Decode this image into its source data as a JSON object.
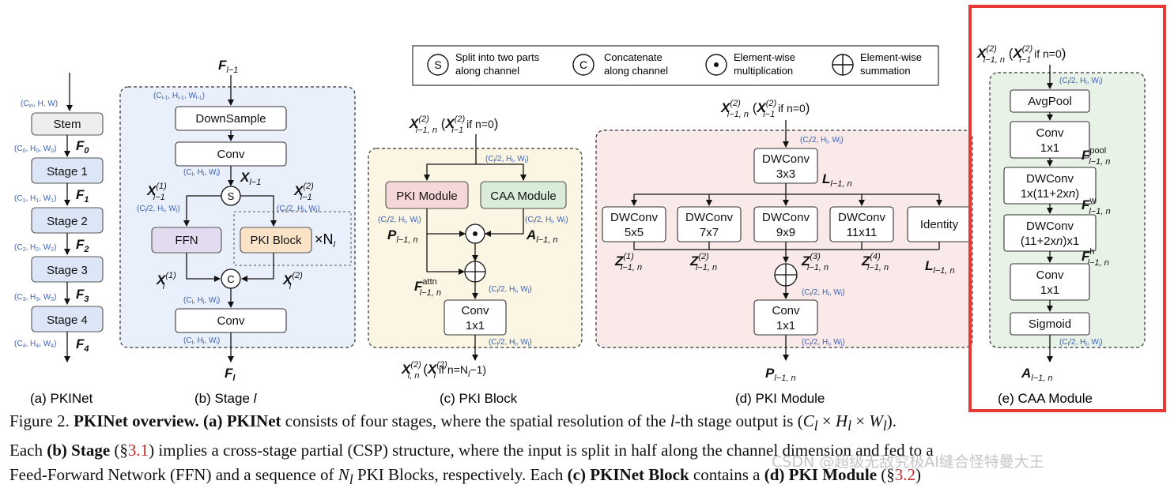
{
  "legend": {
    "split": {
      "symbol": "S",
      "line1": "Split into two parts",
      "line2": "along channel"
    },
    "concat": {
      "symbol": "C",
      "line1": "Concatenate",
      "line2": "along channel"
    },
    "mult": {
      "line1": "Element-wise",
      "line2": "multiplication"
    },
    "sum": {
      "line1": "Element-wise",
      "line2": "summation"
    }
  },
  "panel_a": {
    "label": "(a) PKINet",
    "blocks": [
      "Stem",
      "Stage 1",
      "Stage 2",
      "Stage 3",
      "Stage 4"
    ],
    "dims": [
      "(C",
      "in",
      ", H, W)"
    ],
    "stage_dims": [
      [
        "(C",
        "0",
        ", H",
        "0",
        ", W",
        "0",
        ")"
      ],
      [
        "(C",
        "1",
        ", H",
        "1",
        ", W",
        "1",
        ")"
      ],
      [
        "(C",
        "2",
        ", H",
        "2",
        ", W",
        "2",
        ")"
      ],
      [
        "(C",
        "3",
        ", H",
        "3",
        ", W",
        "3",
        ")"
      ],
      [
        "(C",
        "4",
        ", H",
        "4",
        ", W",
        "4",
        ")"
      ]
    ],
    "features": [
      "F",
      "0",
      "1",
      "2",
      "3",
      "4"
    ]
  },
  "panel_b": {
    "label": "(b) Stage ",
    "label_var": "l",
    "input": "F",
    "input_sub": "l−1",
    "downsample": "DownSample",
    "conv_top": "Conv",
    "ffn": "FFN",
    "pki_block": "PKI Block",
    "times_n": "×N",
    "n_sub": "l",
    "conv_bottom": "Conv",
    "output": "F",
    "output_sub": "l",
    "split_symbol": "S",
    "concat_symbol": "C",
    "x_label": "X",
    "x_sub": "l−1",
    "dim_in": "(C",
    "dim_in2": "l-1",
    "dim_in3": ", H",
    "dim_in4": "l-1",
    "dim_in5": ", W",
    "dim_in6": "l-1",
    "dim_in7": ")",
    "dim_full": "(C",
    "dim_half": "(C",
    "sup1": "(1)",
    "sup2": "(2)"
  },
  "panel_c": {
    "label": "(c) PKI Block",
    "pki_module": "PKI Module",
    "caa_module": "CAA Module",
    "conv": "Conv",
    "conv_k": "1x1",
    "input": "X",
    "input_cond": "if n=0",
    "output_cond": "if n=N",
    "p_label": "P",
    "a_label": "A",
    "f_label": "F",
    "f_sup": "attn",
    "sub": "l−1, n"
  },
  "panel_d": {
    "label": "(d) PKI Module",
    "dw_top": "DWConv",
    "dw_top_k": "3x3",
    "branches": [
      {
        "name": "DWConv",
        "k": "5x5"
      },
      {
        "name": "DWConv",
        "k": "7x7"
      },
      {
        "name": "DWConv",
        "k": "9x9"
      },
      {
        "name": "DWConv",
        "k": "11x11"
      },
      {
        "name": "Identity",
        "k": ""
      }
    ],
    "conv": "Conv",
    "conv_k": "1x1",
    "l_label": "L",
    "z_label": "Z",
    "p_out": "P",
    "sub": "l−1, n",
    "input_cond": "if n=0"
  },
  "panel_e": {
    "label": "(e) CAA Module",
    "blocks": [
      "AvgPool",
      "Conv",
      "1x1",
      "DWConv",
      "1x(11+2x",
      "n",
      ")",
      "DWConv",
      "(11+2x",
      "n",
      ")x1",
      "Conv",
      "1x1",
      "Sigmoid"
    ],
    "f_label": "F",
    "sup_pool": "pool",
    "sup_w": "w",
    "sup_h": "h",
    "a_out": "A",
    "sub": "l−1, n",
    "input_cond": "if n=0",
    "highlight_color": "#e53935"
  },
  "caption": {
    "l1_a": "Figure 2. ",
    "l1_b": "PKINet overview.",
    "l1_c": " ",
    "l1_d": "(a) PKINet",
    "l1_e": " consists of four stages, where the spatial resolution of the ",
    "l1_f": "l",
    "l1_g": "-th stage output is (",
    "l1_h": "C",
    "l1_i": " × ",
    "l1_j": "H",
    "l1_k": " × ",
    "l1_l": "W",
    "l1_m": ").",
    "l2_a": "Each ",
    "l2_b": "(b) Stage",
    "l2_c": " (§",
    "l2_d": "3.1",
    "l2_e": ") implies a cross-stage partial (CSP) structure, where the input is split in half along the channel dimension and fed to a",
    "l3_a": "Feed-Forward Network (FFN) and a sequence of ",
    "l3_b": "N",
    "l3_c": " PKI Blocks, respectively. Each ",
    "l3_d": "(c) PKINet Block",
    "l3_e": " contains a ",
    "l3_f": "(d) PKI Module",
    "l3_g": " (§",
    "l3_h": "3.2",
    "l3_i": ")"
  },
  "watermark": "CSDN @超级无敌究极AI缝合怪特曼大王",
  "colors": {
    "stage_fill": "#dce6f7",
    "stage_bg": "#eaf0fb",
    "block_bg": "#fbf6e3",
    "module_bg": "#fae9e9",
    "caa_bg": "#e9f2e6",
    "ffn_fill": "#e3dbf0",
    "pki_block_fill": "#fbe3c8",
    "pki_module_fill": "#f5d7d7",
    "caa_module_fill": "#d9ebd9",
    "dim_text": "#3b62b8"
  }
}
